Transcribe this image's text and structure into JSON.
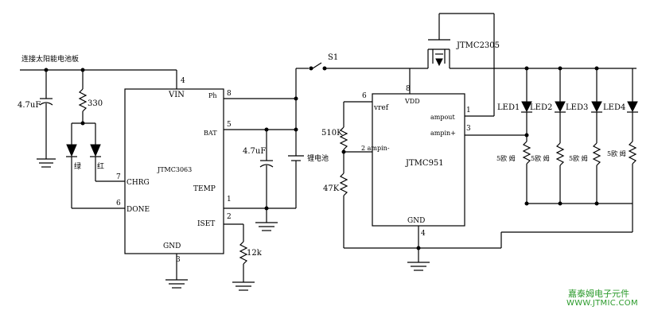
{
  "labels": {
    "solar_panel": "连接太阳能电池板",
    "c1": "4.7uF",
    "r1": "330",
    "led_green": "绿",
    "led_red": "红",
    "u1_name": "JTMC3063",
    "u1_vin": "VIN",
    "u1_chrg": "CHRG",
    "u1_done": "DONE",
    "u1_gnd": "GND",
    "u1_temp": "TEMP",
    "u1_iset": "ISET",
    "u1_bat": "BAT",
    "u1_pin8_name": "Ph",
    "pin4": "4",
    "pin7": "7",
    "pin6": "6",
    "pin3": "3",
    "pin8": "8",
    "pin5": "5",
    "pin1": "1",
    "pin2": "2",
    "c2": "4.7uF",
    "battery": "锂电池",
    "r_iset": "12k",
    "switch": "S1",
    "q1": "JTMC2305",
    "u2_name": "JTMC951",
    "u2_vref": "vref",
    "u2_vdd": "VDD",
    "u2_ampout": "ampout",
    "u2_ampin_plus": "ampin+",
    "u2_ampin_minus": "2 ampin-",
    "u2_gnd": "GND",
    "u2_pin6": "6",
    "u2_pin8": "8",
    "u2_pin1": "1",
    "u2_pin3": "3",
    "u2_pin4": "4",
    "r_510k": "510K",
    "r_47k": "47K",
    "led1": "LED1",
    "led2": "LED2",
    "led3": "LED3",
    "led4": "LED4",
    "r_led1": "5欧 姆",
    "r_led2": "5欧 姆",
    "r_led3": "5欧 姆",
    "r_led4": "5欧 姆"
  },
  "watermark": {
    "company": "嘉泰姆电子元件",
    "url": "WWW.JTMIC.COM",
    "color": "#2a9a2a"
  }
}
